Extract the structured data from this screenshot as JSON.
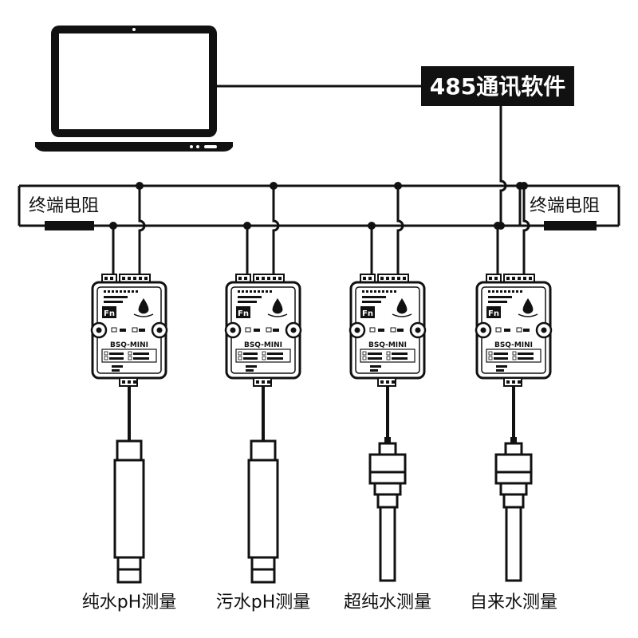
{
  "software_label": "485通讯软件",
  "terminal_resistor_left": "终端电阻",
  "terminal_resistor_right": "终端电阻",
  "module_label": "BSQ-MINI",
  "fn_label": "Fn",
  "colors": {
    "ink": "#111111",
    "background": "#ffffff",
    "label_box": "#111111",
    "label_text": "#ffffff"
  },
  "icons": [
    "laptop-icon",
    "water-drop-icon",
    "ph-probe-icon",
    "conductivity-probe-icon"
  ],
  "devices": [
    {
      "module": "BSQ-MINI",
      "sensor_type": "ph-probe",
      "label": "纯水pH测量"
    },
    {
      "module": "BSQ-MINI",
      "sensor_type": "ph-probe",
      "label": "污水pH测量"
    },
    {
      "module": "BSQ-MINI",
      "sensor_type": "conductivity-probe",
      "label": "超纯水测量"
    },
    {
      "module": "BSQ-MINI",
      "sensor_type": "conductivity-probe",
      "label": "自来水测量"
    }
  ]
}
